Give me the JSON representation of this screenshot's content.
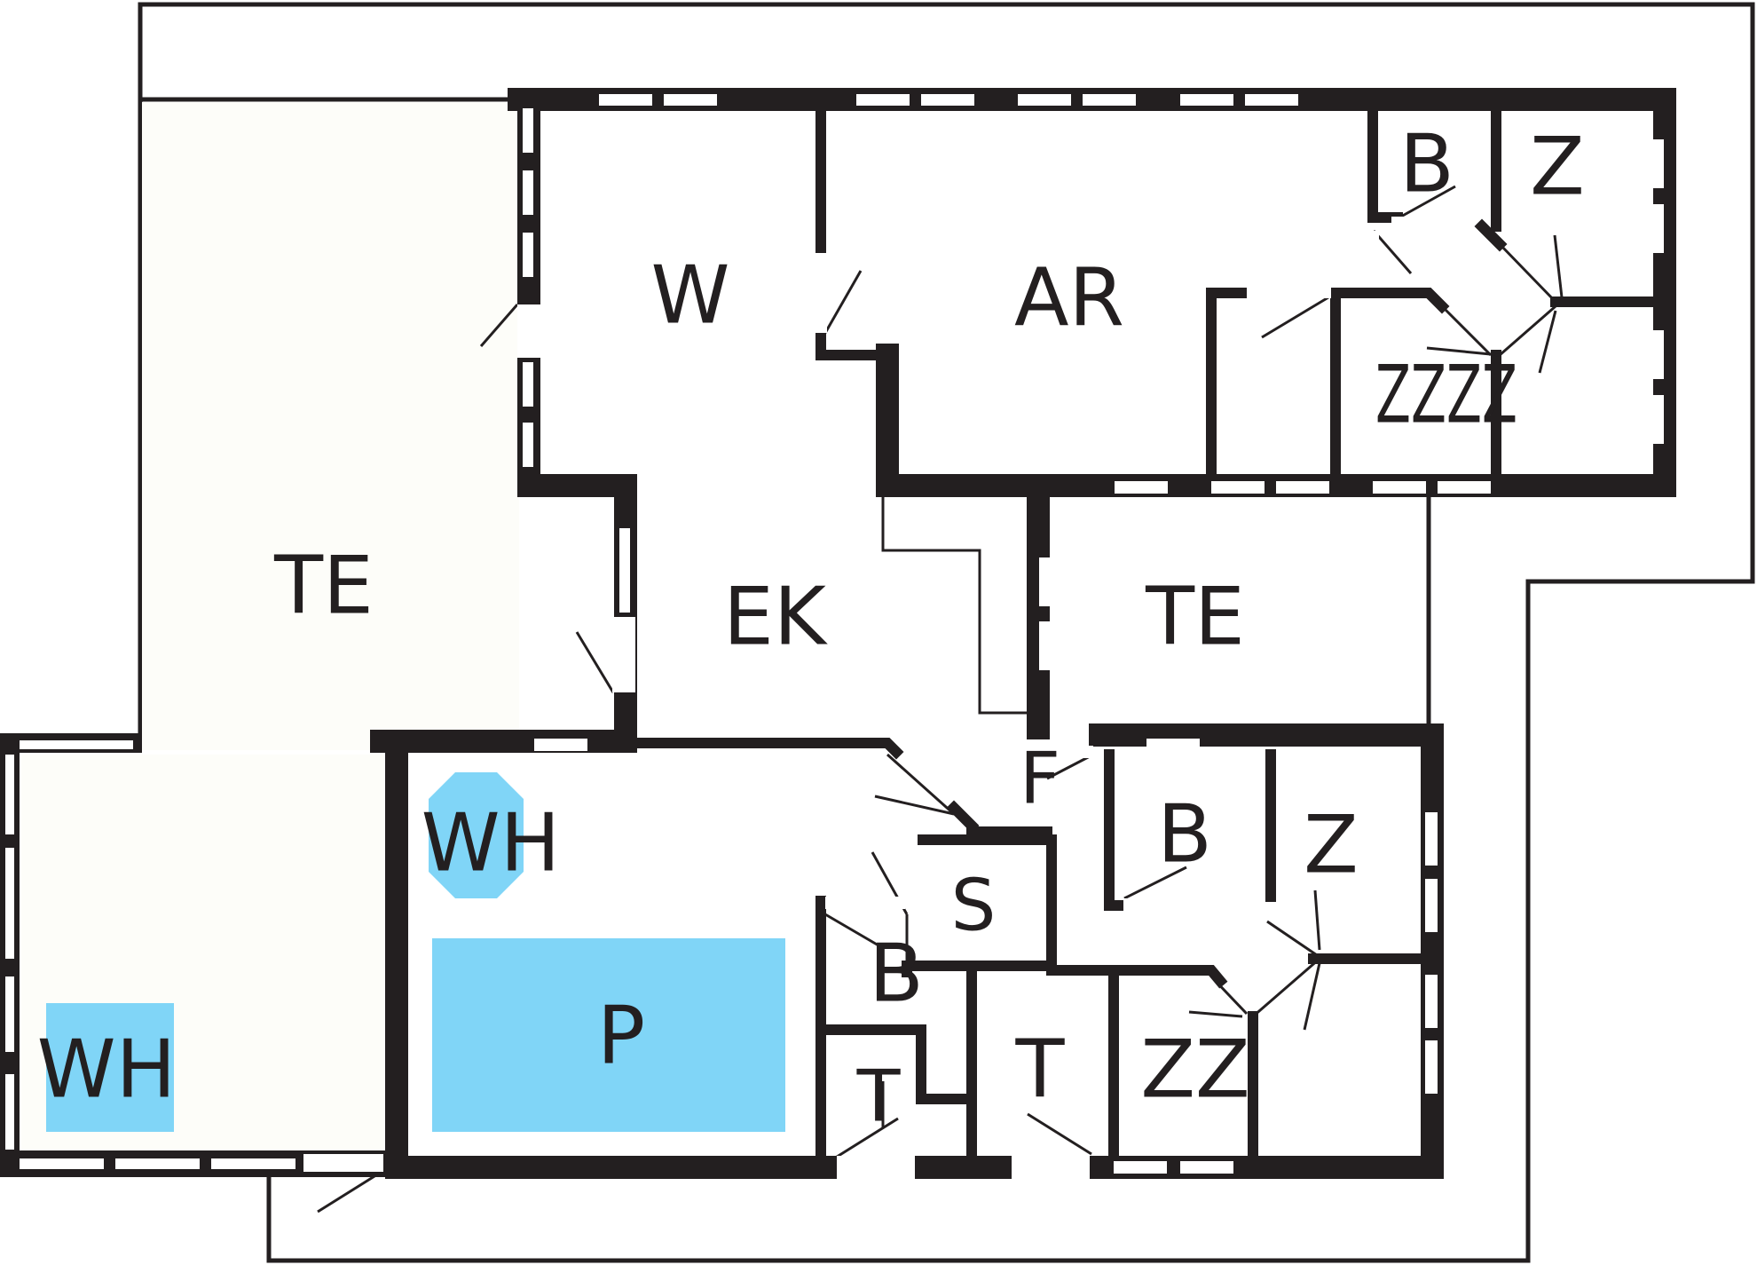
{
  "colors": {
    "wall": "#231f20",
    "floor": "#fdfdf9",
    "water": "#80d5f7",
    "window": "#ffffff"
  },
  "rooms": [
    {
      "id": "w",
      "label": "W"
    },
    {
      "id": "ar",
      "label": "AR"
    },
    {
      "id": "b1",
      "label": "B"
    },
    {
      "id": "z1",
      "label": "Z"
    },
    {
      "id": "zz1",
      "label": "ZZZZ"
    },
    {
      "id": "te1",
      "label": "TE"
    },
    {
      "id": "ek",
      "label": "EK"
    },
    {
      "id": "te2",
      "label": "TE"
    },
    {
      "id": "f",
      "label": "F"
    },
    {
      "id": "wh1",
      "label": "WH"
    },
    {
      "id": "s",
      "label": "S"
    },
    {
      "id": "b2",
      "label": "B"
    },
    {
      "id": "z2",
      "label": "Z"
    },
    {
      "id": "b3",
      "label": "B"
    },
    {
      "id": "p",
      "label": "P"
    },
    {
      "id": "t1",
      "label": "T"
    },
    {
      "id": "t2",
      "label": "T"
    },
    {
      "id": "zz2",
      "label": "ZZ"
    },
    {
      "id": "wh2",
      "label": "WH"
    }
  ]
}
